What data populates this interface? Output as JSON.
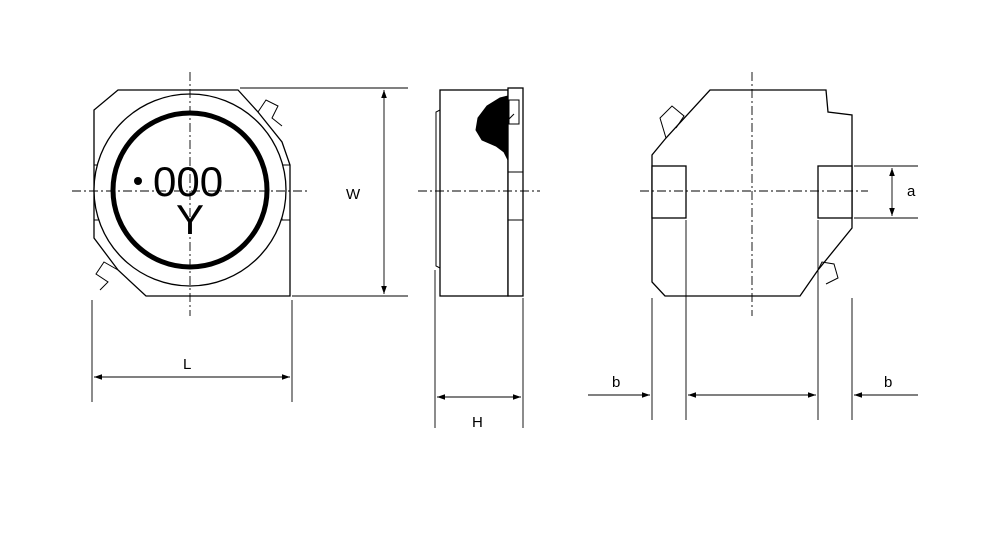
{
  "labels": {
    "length": "L",
    "width": "W",
    "height": "H",
    "terminal_width": "a",
    "terminal_length": "b"
  },
  "marking": {
    "line1": "000",
    "line2": "Y"
  }
}
